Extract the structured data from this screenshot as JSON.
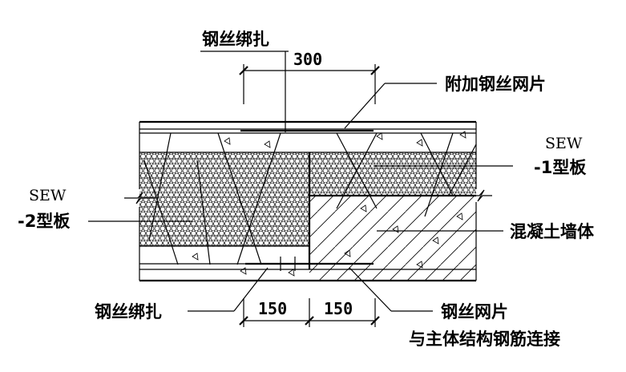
{
  "labels": {
    "tie_top": "钢丝绑扎",
    "extra_mesh": "附加钢丝网片",
    "sew1_line1": "SEW",
    "sew1_line2": "-1型板",
    "sew2_line1": "SEW",
    "sew2_line2": "-2型板",
    "concrete_wall": "混凝土墙体",
    "tie_bottom": "钢丝绑扎",
    "mesh_line1": "钢丝网片",
    "mesh_line2": "与主体结构钢筋连接"
  },
  "dimensions": {
    "top_span": "300",
    "bottom_left": "150",
    "bottom_right": "150"
  }
}
